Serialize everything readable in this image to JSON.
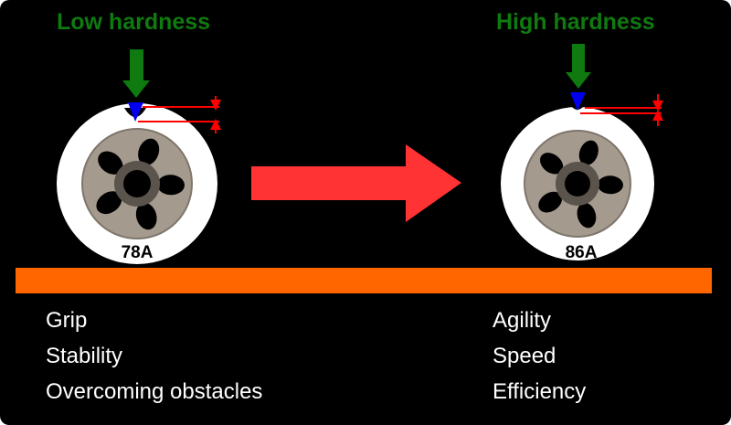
{
  "colors": {
    "background": "#000000",
    "heading": "#0f7a0f",
    "push_arrow": "#0f7a0f",
    "indenter": "#0000ee",
    "measure_lines": "#ff0000",
    "main_arrow": "#ff3333",
    "ground": "#ff6600",
    "tire": "#ffffff",
    "hub": "#a49a8e"
  },
  "left": {
    "heading": "Low hardness",
    "wheel_label": "78A",
    "properties": [
      "Grip",
      "Stability",
      "Overcoming obstacles"
    ]
  },
  "right": {
    "heading": "High hardness",
    "wheel_label": "86A",
    "properties": [
      "Agility",
      "Speed",
      "Efficiency"
    ]
  }
}
